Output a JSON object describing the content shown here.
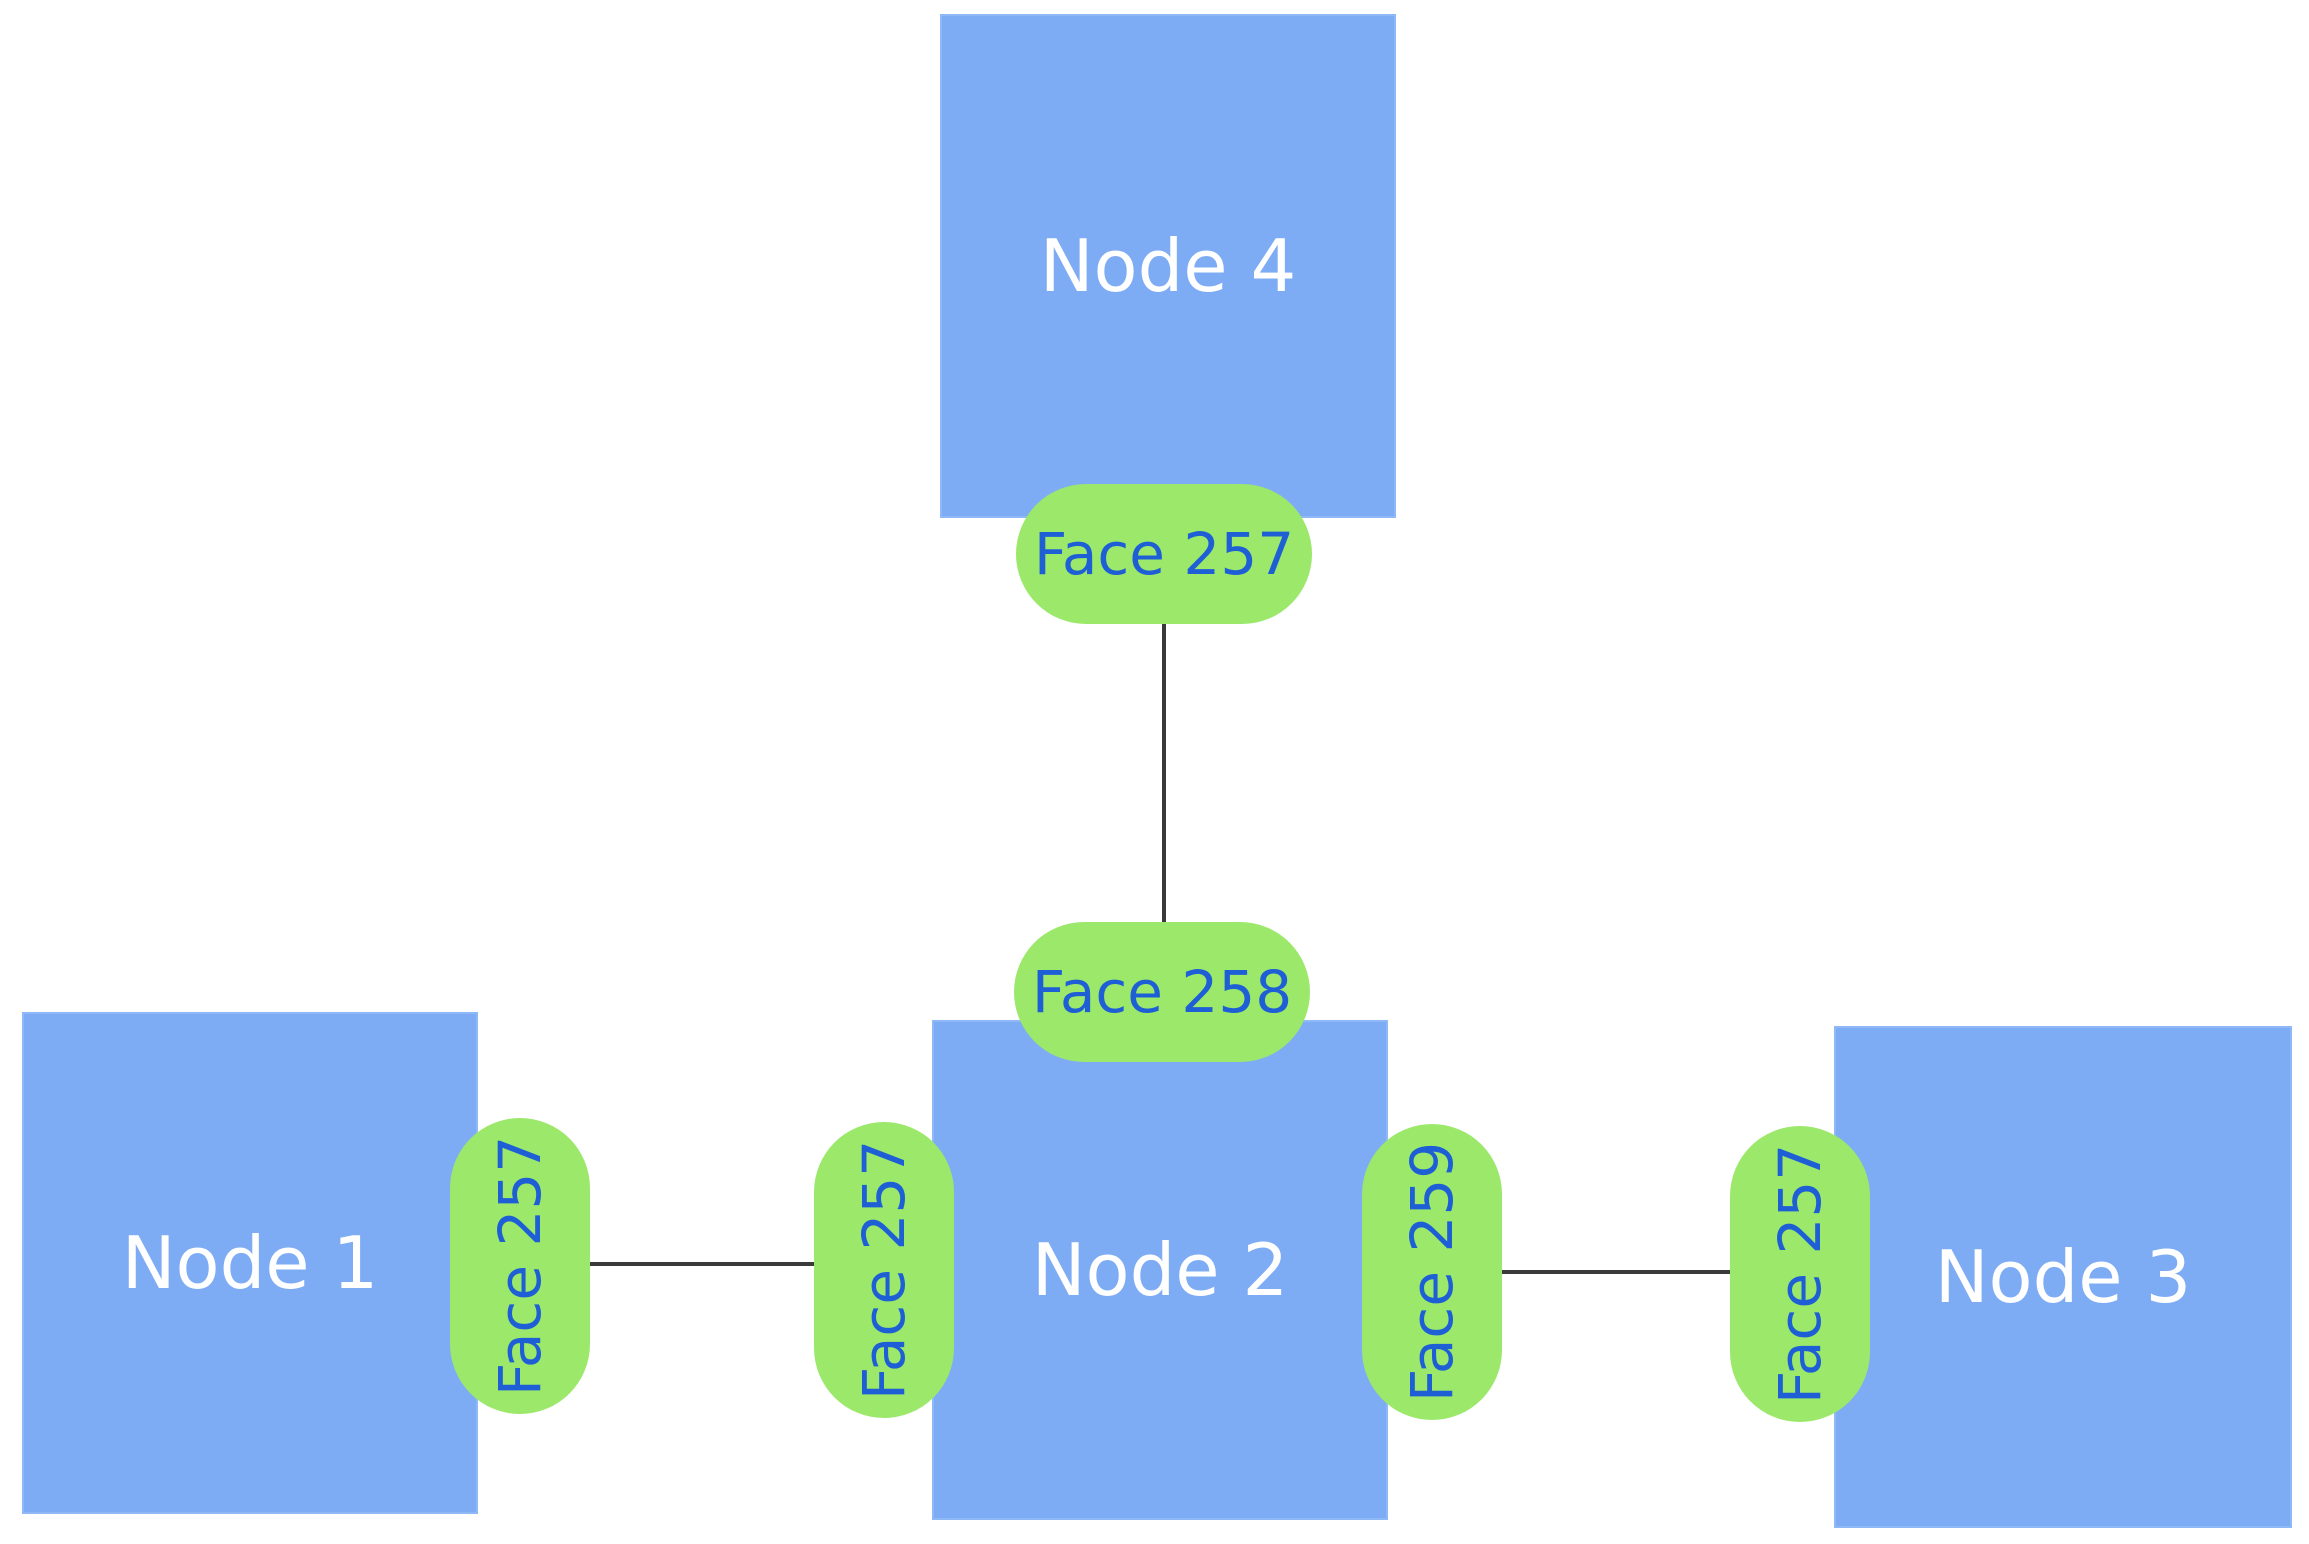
{
  "colors": {
    "node_fill": "#7eacf4",
    "face_fill": "#9be86b",
    "face_text": "#1f5fd6",
    "node_text": "#ffffff",
    "edge": "#3a3a3a"
  },
  "nodes": {
    "node1": {
      "label": "Node 1"
    },
    "node2": {
      "label": "Node 2"
    },
    "node3": {
      "label": "Node 3"
    },
    "node4": {
      "label": "Node 4"
    }
  },
  "faces": {
    "node4_face": {
      "label": "Face 257"
    },
    "node2_top_face": {
      "label": "Face 258"
    },
    "node1_face": {
      "label": "Face 257"
    },
    "node2_left_face": {
      "label": "Face 257"
    },
    "node2_right_face": {
      "label": "Face 259"
    },
    "node3_face": {
      "label": "Face 257"
    }
  },
  "links": [
    {
      "from": "Node 4 / Face 257",
      "to": "Node 2 / Face 258"
    },
    {
      "from": "Node 1 / Face 257",
      "to": "Node 2 / Face 257"
    },
    {
      "from": "Node 2 / Face 259",
      "to": "Node 3 / Face 257"
    }
  ]
}
